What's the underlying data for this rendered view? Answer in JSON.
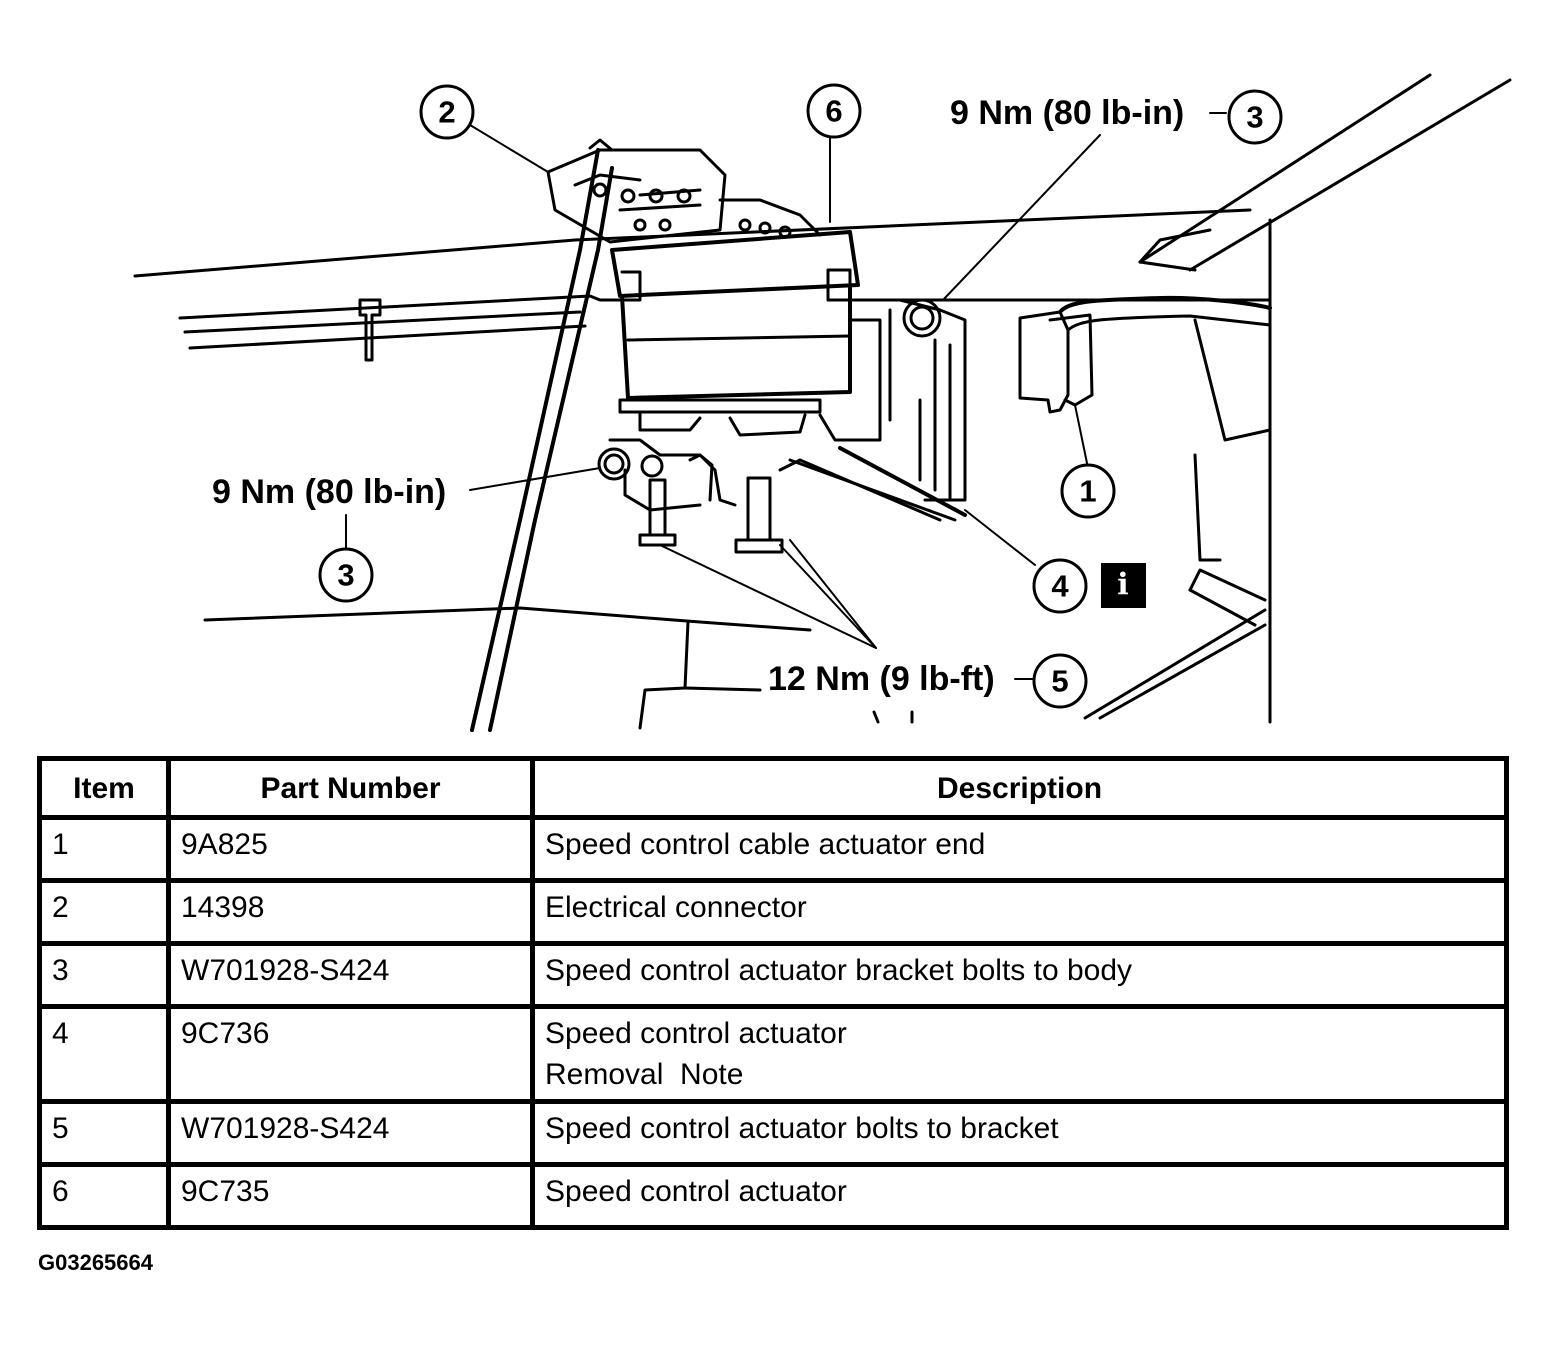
{
  "callouts": {
    "c1": "1",
    "c2": "2",
    "c3a": "3",
    "c3b": "3",
    "c4": "4",
    "c5": "5",
    "c6": "6"
  },
  "torque_labels": {
    "upper": "9 Nm (80 lb-in)",
    "left": "9 Nm (80 lb-in)",
    "lower": "12 Nm (9 lb-ft)"
  },
  "info_icon": "i",
  "table": {
    "headers": [
      "Item",
      "Part Number",
      "Description"
    ],
    "rows": [
      {
        "item": "1",
        "part": "9A825",
        "desc": [
          "Speed control cable actuator end"
        ]
      },
      {
        "item": "2",
        "part": "14398",
        "desc": [
          "Electrical connector"
        ]
      },
      {
        "item": "3",
        "part": "W701928-S424",
        "desc": [
          "Speed control actuator bracket bolts to body"
        ]
      },
      {
        "item": "4",
        "part": "9C736",
        "desc": [
          "Speed control actuator",
          "Removal  Note"
        ]
      },
      {
        "item": "5",
        "part": "W701928-S424",
        "desc": [
          "Speed control actuator bolts to bracket"
        ]
      },
      {
        "item": "6",
        "part": "9C735",
        "desc": [
          "Speed control actuator"
        ]
      }
    ]
  },
  "figure_id": "G03265664"
}
